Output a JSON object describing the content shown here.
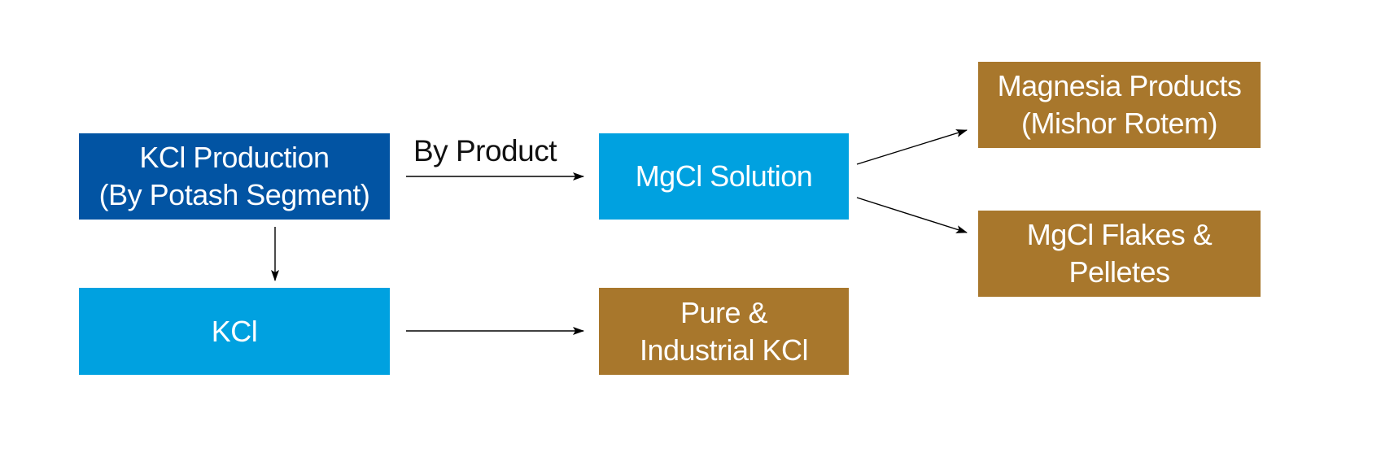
{
  "diagram": {
    "nodes": [
      {
        "id": "kcl-production",
        "lines": [
          "KCl Production",
          "(By Potash Segment)"
        ],
        "color": "#0254a3"
      },
      {
        "id": "kcl",
        "lines": [
          "KCl"
        ],
        "color": "#00a1e0"
      },
      {
        "id": "mgcl-solution",
        "lines": [
          "MgCl Solution"
        ],
        "color": "#00a1e0"
      },
      {
        "id": "pure-kcl",
        "lines": [
          "Pure &",
          "Industrial KCl"
        ],
        "color": "#a8772c"
      },
      {
        "id": "magnesia",
        "lines": [
          "Magnesia Products",
          "(Mishor Rotem)"
        ],
        "color": "#a8772c"
      },
      {
        "id": "flakes",
        "lines": [
          "MgCl Flakes &",
          "Pelletes"
        ],
        "color": "#a8772c"
      }
    ],
    "edges": [
      {
        "from": "kcl-production",
        "to": "mgcl-solution",
        "label": "By Product"
      },
      {
        "from": "kcl-production",
        "to": "kcl",
        "label": ""
      },
      {
        "from": "kcl",
        "to": "pure-kcl",
        "label": ""
      },
      {
        "from": "mgcl-solution",
        "to": "magnesia",
        "label": ""
      },
      {
        "from": "mgcl-solution",
        "to": "flakes",
        "label": ""
      }
    ]
  }
}
